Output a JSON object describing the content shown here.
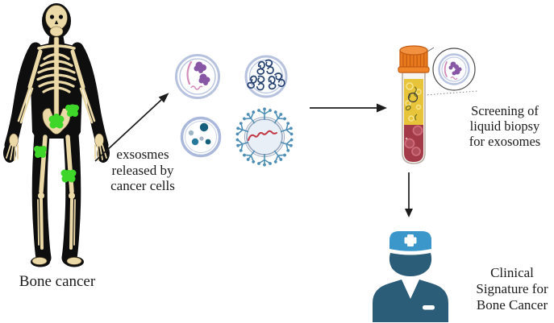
{
  "figure": {
    "type": "scientific-diagram",
    "topic": "Exosome liquid biopsy workflow for bone cancer",
    "annotations": {
      "patient_label": "Bone cancer",
      "exosome_release": {
        "lines": [
          "exsosmes",
          "released by",
          "cancer cells"
        ]
      },
      "screening": {
        "lines": [
          "Screening of",
          "liquid biopsy",
          "for exosomes"
        ]
      },
      "clinical_signature": {
        "lines": [
          "Clinical",
          "Signature for",
          "Bone Cancer"
        ]
      }
    },
    "icons": {
      "patient": "skeleton-with-bone-tumors-icon",
      "exosome_protein_rna": "exosome-protein-rna-icon",
      "exosome_dna": "exosome-dna-tangle-icon",
      "exosome_vesicles": "exosome-vesicle-dots-icon",
      "exosome_receptor": "exosome-surface-receptor-icon",
      "tube": "blood-collection-tube-icon",
      "magnifier": "exosome-callout-circle-icon",
      "clinician": "clinician-icon",
      "arrows": [
        "diagonal-arrow",
        "horizontal-arrow",
        "down-arrow"
      ]
    },
    "colors": {
      "tumor_green": "#3fd62a",
      "bone": "#ecd9a8",
      "silhouette": "#0e0e0e",
      "cap_orange": "#e87a1d",
      "plasma_yellow": "#e7c43a",
      "blood_red": "#a23b47",
      "exosome_ring": "#b6c2de",
      "protein_purple": "#8757a5",
      "rna_pink": "#d48cba",
      "dna_navy": "#24406e",
      "receptor_blue": "#4f8fb5",
      "rna_red": "#c13944",
      "clinician_cap_blue": "#3b97c9",
      "clinician_body_blue": "#2b5c78",
      "arrow_black": "#1c1c1c"
    }
  }
}
